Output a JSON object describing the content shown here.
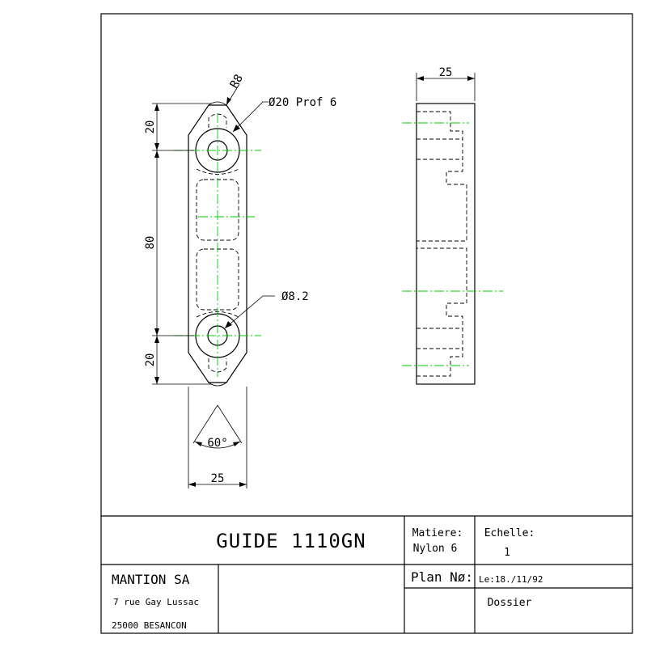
{
  "drawing": {
    "dimensions": {
      "radius": "R8",
      "bore": "Ø20 Prof 6",
      "hole": "Ø8.2",
      "end_length_top": "20",
      "center_distance": "80",
      "end_length_bottom": "20",
      "width_front": "25",
      "width_side": "25",
      "angle": "60°"
    },
    "colors": {
      "line": "#000000",
      "centerline": "#00cc00"
    }
  },
  "title_block": {
    "title": "GUIDE 1110GN",
    "material_label": "Matiere:",
    "material_value": "Nylon 6",
    "scale_label": "Echelle:",
    "scale_value": "1",
    "company": "MANTION SA",
    "address_line1": "7 rue Gay Lussac",
    "address_line2": "25000 BESANCON",
    "plan_label": "Plan Nø:",
    "date": "Le:18./11/92",
    "folder": "Dossier"
  }
}
